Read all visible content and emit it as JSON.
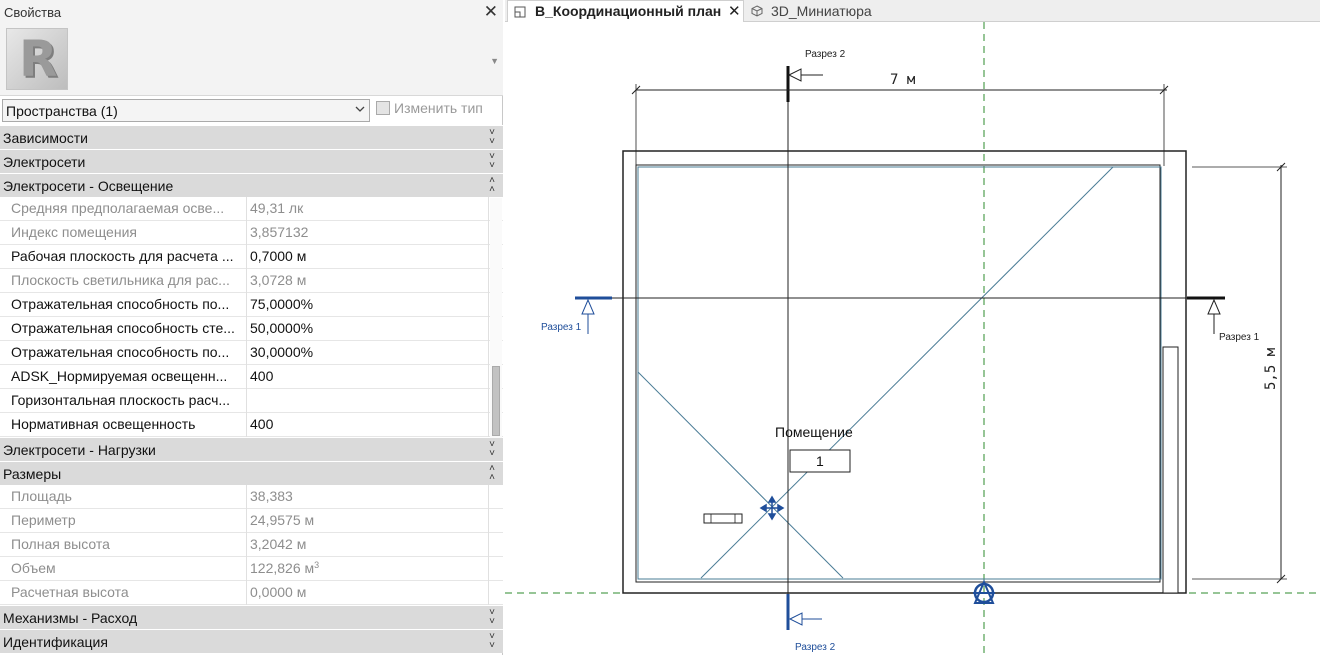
{
  "panel": {
    "title": "Свойства",
    "type_selector": {
      "value": "Пространства (1)"
    },
    "edit_type_label": "Изменить тип",
    "groups": [
      {
        "label": "Зависимости",
        "state": "collapsed"
      },
      {
        "label": "Электросети",
        "state": "collapsed"
      },
      {
        "label": "Электросети - Освещение",
        "state": "expanded"
      },
      {
        "label": "Электросети - Нагрузки",
        "state": "collapsed"
      },
      {
        "label": "Размеры",
        "state": "expanded"
      },
      {
        "label": "Механизмы - Расход",
        "state": "collapsed"
      },
      {
        "label": "Идентификация",
        "state": "collapsed"
      }
    ],
    "lighting_rows": [
      {
        "label": "Средняя предполагаемая осве...",
        "value": "49,31 лк",
        "readonly": true
      },
      {
        "label": "Индекс помещения",
        "value": "3,857132",
        "readonly": true
      },
      {
        "label": "Рабочая плоскость для расчета ...",
        "value": "0,7000 м",
        "readonly": false
      },
      {
        "label": "Плоскость светильника для рас...",
        "value": "3,0728 м",
        "readonly": true
      },
      {
        "label": "Отражательная способность по...",
        "value": "75,0000%",
        "readonly": false
      },
      {
        "label": "Отражательная способность сте...",
        "value": "50,0000%",
        "readonly": false
      },
      {
        "label": "Отражательная способность по...",
        "value": "30,0000%",
        "readonly": false
      },
      {
        "label": "ADSK_Нормируемая освещенн...",
        "value": "400",
        "readonly": false
      },
      {
        "label": "Горизонтальная плоскость расч...",
        "value": "",
        "readonly": false
      },
      {
        "label": "Нормативная освещенность",
        "value": "400",
        "readonly": false
      }
    ],
    "dimension_rows": [
      {
        "label": "Площадь",
        "value": "38,383",
        "readonly": true
      },
      {
        "label": "Периметр",
        "value": "24,9575 м",
        "readonly": true
      },
      {
        "label": "Полная высота",
        "value": "3,2042 м",
        "readonly": true
      },
      {
        "label": "Объем",
        "value": "122,826 м",
        "unit_sup": "3",
        "readonly": true
      },
      {
        "label": "Расчетная высота",
        "value": "0,0000 м",
        "readonly": true
      }
    ]
  },
  "tabs": [
    {
      "label": "В_Координационный план",
      "active": true,
      "icon": "floor-plan-icon"
    },
    {
      "label": "3D_Миниатюра",
      "active": false,
      "icon": "3d-view-icon"
    }
  ],
  "drawing": {
    "dim_width": "7 м",
    "dim_height": "5,5 м",
    "section1_label": "Разрез 1",
    "section2_label": "Разрез 2",
    "room_name": "Помещение",
    "room_number": "1",
    "colors": {
      "accent": "#1f4e9a",
      "grid": "#2e8b2e",
      "space": "#4a7c96"
    }
  }
}
